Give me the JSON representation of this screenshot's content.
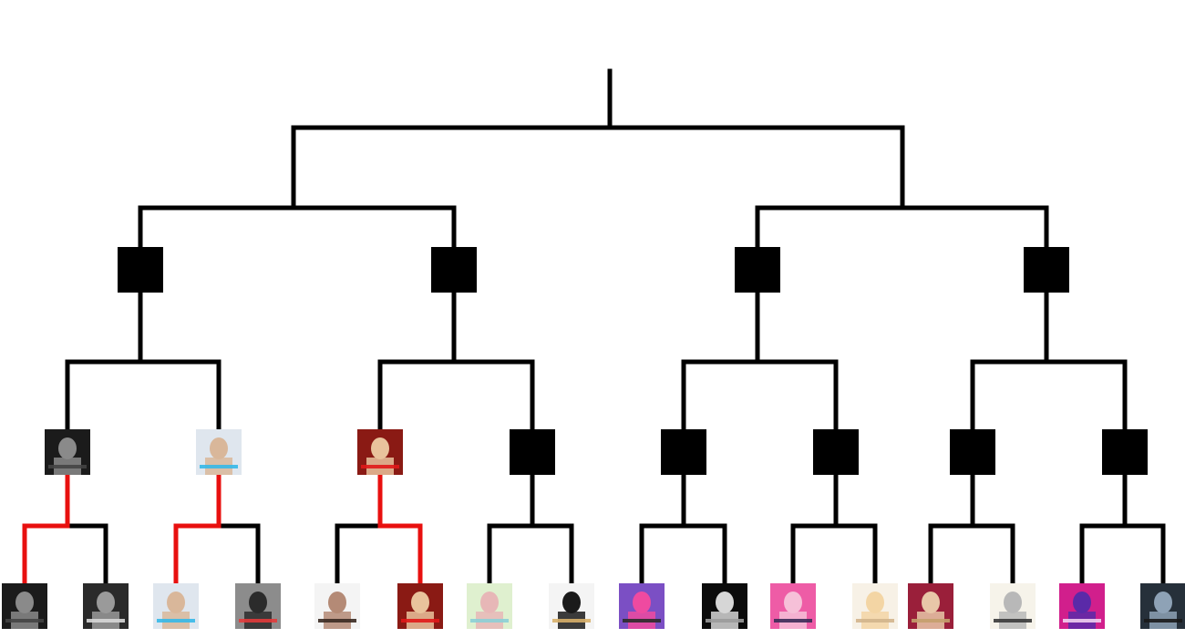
{
  "bracket": {
    "line_color": "#000000",
    "winner_path_color": "#e8100f",
    "empty_slot_color": "#000000",
    "entrants": [
      {
        "id": "e1",
        "art": {
          "bg": "#1b1b1b",
          "fg": "#8a8a8a",
          "accent": "#444444"
        }
      },
      {
        "id": "e2",
        "art": {
          "bg": "#2a2a2a",
          "fg": "#9a9a9a",
          "accent": "#d8d8d8"
        }
      },
      {
        "id": "e3",
        "art": {
          "bg": "#dfe6ee",
          "fg": "#d9b79a",
          "accent": "#35b8e8"
        }
      },
      {
        "id": "e4",
        "art": {
          "bg": "#8c8c8c",
          "fg": "#2b2b2b",
          "accent": "#e23b3b"
        }
      },
      {
        "id": "e5",
        "art": {
          "bg": "#f4f4f4",
          "fg": "#b48a76",
          "accent": "#3a2a22"
        }
      },
      {
        "id": "e6",
        "art": {
          "bg": "#8a1a14",
          "fg": "#e9c39c",
          "accent": "#e01818"
        }
      },
      {
        "id": "e7",
        "art": {
          "bg": "#dff0cf",
          "fg": "#e7b7b7",
          "accent": "#8ccfd6"
        }
      },
      {
        "id": "e8",
        "art": {
          "bg": "#f4f4f4",
          "fg": "#1a1a1a",
          "accent": "#d8b06a"
        }
      },
      {
        "id": "e9",
        "art": {
          "bg": "#7b4fc4",
          "fg": "#ef4aa0",
          "accent": "#2a2a2a"
        }
      },
      {
        "id": "e10",
        "art": {
          "bg": "#0b0b0b",
          "fg": "#d6d6d6",
          "accent": "#9b9b9b"
        }
      },
      {
        "id": "e11",
        "art": {
          "bg": "#ee5ca6",
          "fg": "#f6c0d8",
          "accent": "#3b2b57"
        }
      },
      {
        "id": "e12",
        "art": {
          "bg": "#f7f1e6",
          "fg": "#f3d5a4",
          "accent": "#d2b48c"
        }
      },
      {
        "id": "e13",
        "art": {
          "bg": "#9a1f3a",
          "fg": "#e8c7a8",
          "accent": "#c4a06d"
        }
      },
      {
        "id": "e14",
        "art": {
          "bg": "#f6f3ea",
          "fg": "#b8b8b8",
          "accent": "#3a3a3a"
        }
      },
      {
        "id": "e15",
        "art": {
          "bg": "#d11f8c",
          "fg": "#5a2aa8",
          "accent": "#f1d0f0"
        }
      },
      {
        "id": "e16",
        "art": {
          "bg": "#26303a",
          "fg": "#8ea2b6",
          "accent": "#1a1a1a"
        }
      }
    ],
    "round2": [
      {
        "winner": "e1"
      },
      {
        "winner": "e3"
      },
      {
        "winner": "e6"
      },
      {
        "winner": null
      },
      {
        "winner": null
      },
      {
        "winner": null
      },
      {
        "winner": null
      },
      {
        "winner": null
      }
    ],
    "round3": [
      {
        "winner": null
      },
      {
        "winner": null
      },
      {
        "winner": null
      },
      {
        "winner": null
      }
    ]
  }
}
